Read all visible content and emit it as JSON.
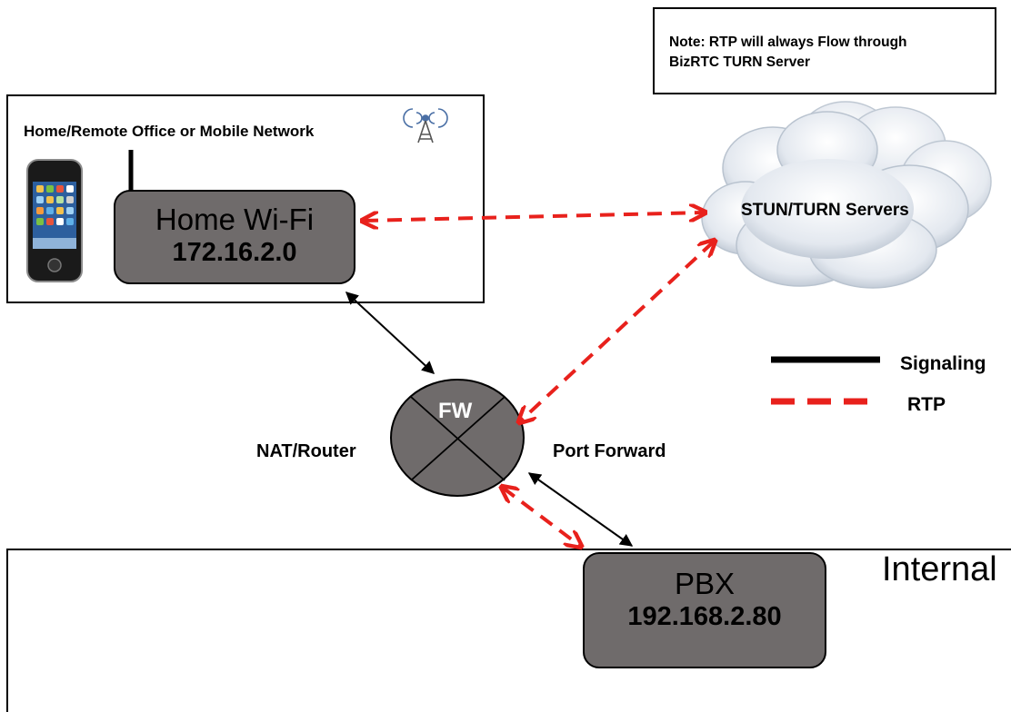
{
  "note": {
    "line1": "Note: RTP will always Flow through",
    "line2": "BizRTC TURN Server"
  },
  "home_network": {
    "label": "Home/Remote Office or Mobile Network",
    "router_name": "Home Wi-Fi",
    "router_ip": "172.16.2.0"
  },
  "cloud": {
    "label": "STUN/TURN Servers"
  },
  "firewall": {
    "label": "FW",
    "left_label": "NAT/Router",
    "right_label": "Port Forward"
  },
  "internal": {
    "label": "Internal",
    "pbx_name": "PBX",
    "pbx_ip": "192.168.2.80"
  },
  "legend": {
    "signaling_label": "Signaling",
    "rtp_label": "RTP"
  },
  "colors": {
    "signaling": "#000000",
    "rtp": "#e8211c",
    "node_fill": "#6f6b6b",
    "cloud_fill": "#e6ebf2"
  }
}
